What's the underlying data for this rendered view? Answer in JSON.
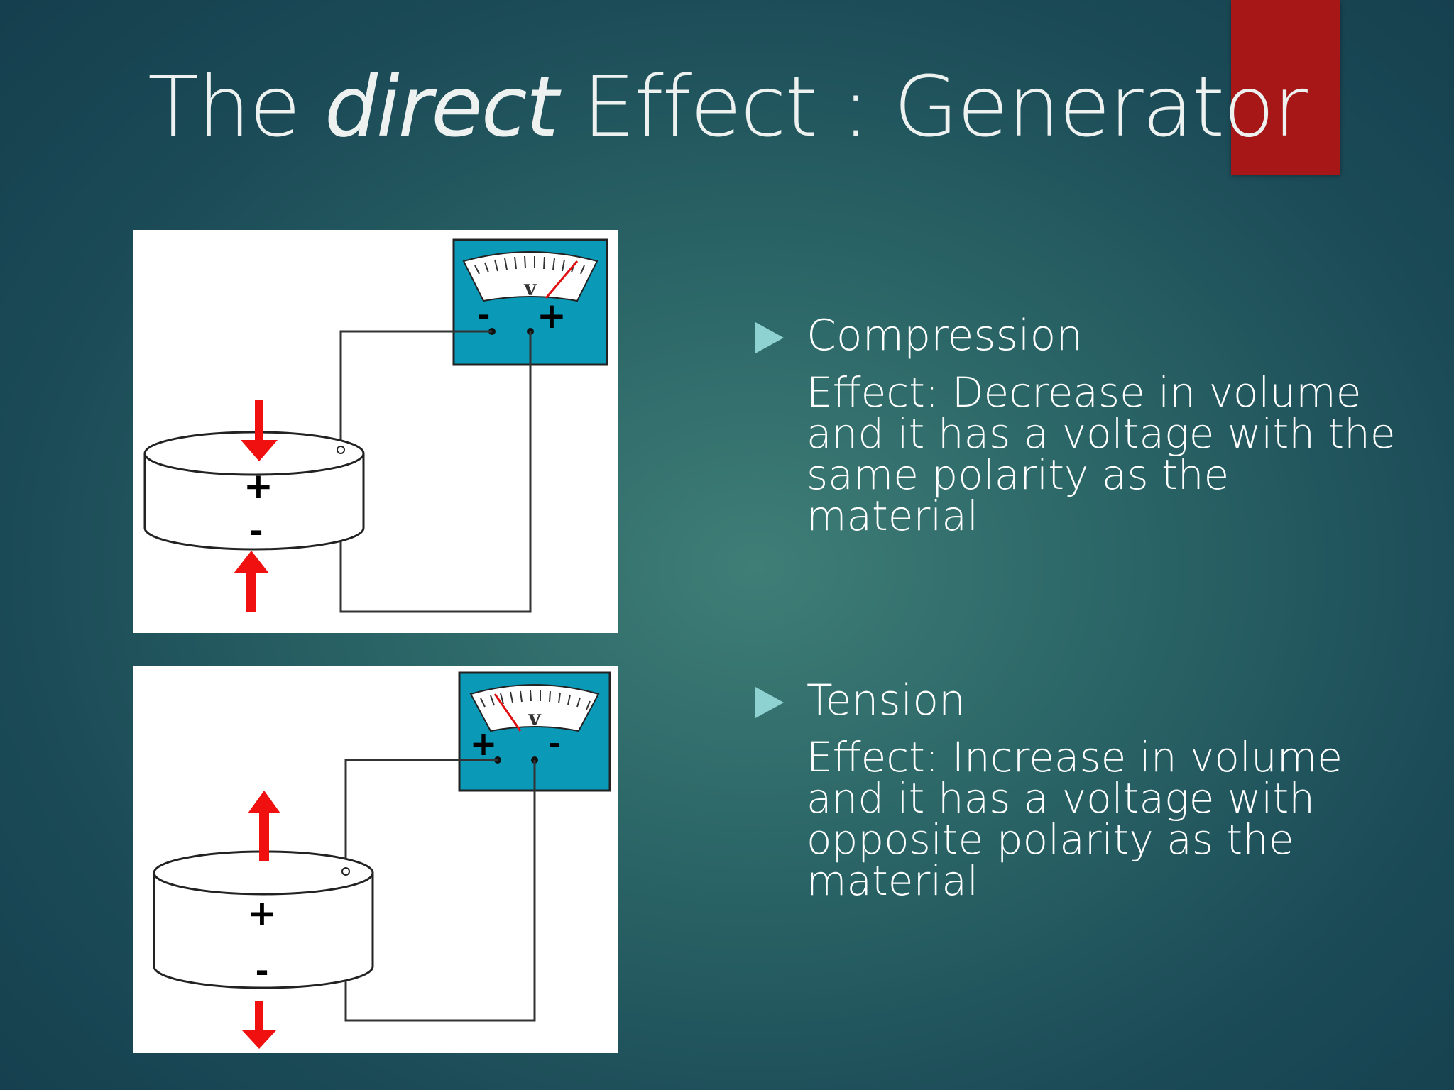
{
  "colors": {
    "accent": "#a81717",
    "bullet": "#8fd2d2",
    "meter": "#0a9ab8",
    "arrow": "#f01010"
  },
  "title": {
    "part1": "The ",
    "emphasis": "direct",
    "part2": " Effect : Generator"
  },
  "diagrams": [
    {
      "case": "compression",
      "meter_label": "v",
      "meter_terminals": [
        "-",
        "+"
      ],
      "disc_top_sign": "+",
      "disc_bottom_sign": "-"
    },
    {
      "case": "tension",
      "meter_label": "v",
      "meter_terminals": [
        "+",
        "-"
      ],
      "disc_top_sign": "+",
      "disc_bottom_sign": "-"
    }
  ],
  "bullets": [
    {
      "icon": "triangle-right-icon",
      "heading": "Compression",
      "body": "Effect: Decrease in volume and it has a voltage with the same polarity as the material"
    },
    {
      "icon": "triangle-right-icon",
      "heading": "Tension",
      "body": "Effect: Increase in volume and it has a voltage with opposite polarity as the material"
    }
  ]
}
